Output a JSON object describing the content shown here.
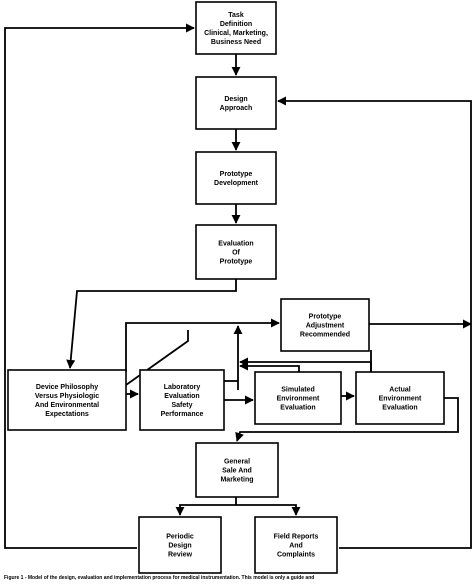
{
  "diagram": {
    "nodes": [
      {
        "id": "task_definition",
        "lines": [
          "Task",
          "Definition",
          "Clinical, Marketing,",
          "Business Need"
        ]
      },
      {
        "id": "design_approach",
        "lines": [
          "Design",
          "Approach"
        ]
      },
      {
        "id": "prototype_development",
        "lines": [
          "Prototype",
          "Development"
        ]
      },
      {
        "id": "evaluation_of_prototype",
        "lines": [
          "Evaluation",
          "Of",
          "Prototype"
        ]
      },
      {
        "id": "prototype_adjustment_recommended",
        "lines": [
          "Prototype",
          "Adjustment",
          "Recommended"
        ]
      },
      {
        "id": "device_philosophy",
        "lines": [
          "Device Philosophy",
          "Versus Physiologic",
          "And Environmental",
          "Expectations"
        ]
      },
      {
        "id": "laboratory_evaluation",
        "lines": [
          "Laboratory",
          "Evaluation",
          "Safety",
          "Performance"
        ]
      },
      {
        "id": "simulated_environment_evaluation",
        "lines": [
          "Simulated",
          "Environment",
          "Evaluation"
        ]
      },
      {
        "id": "actual_environment_evaluation",
        "lines": [
          "Actual",
          "Environment",
          "Evaluation"
        ]
      },
      {
        "id": "general_sale_and_marketing",
        "lines": [
          "General",
          "Sale And",
          "Marketing"
        ]
      },
      {
        "id": "periodic_design_review",
        "lines": [
          "Periodic",
          "Design",
          "Review"
        ]
      },
      {
        "id": "field_reports_and_complaints",
        "lines": [
          "Field Reports",
          "And",
          "Complaints"
        ]
      }
    ]
  },
  "caption": "Figure 1 - Model of the design, evaluation and implementation process for medical instrumentation. This model is only a guide and"
}
